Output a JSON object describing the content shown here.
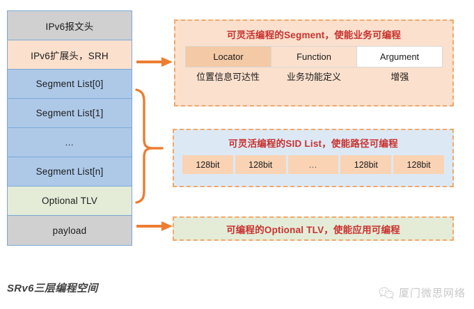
{
  "packet_stack": {
    "rows": [
      {
        "label": "IPv6报文头",
        "style": "pkt-gray"
      },
      {
        "label": "IPv6扩展头，SRH",
        "style": "pkt-orange"
      },
      {
        "label": "Segment List[0]",
        "style": "pkt-blue"
      },
      {
        "label": "Segment List[1]",
        "style": "pkt-blue"
      },
      {
        "label": "…",
        "style": "pkt-blue"
      },
      {
        "label": "Segment List[n]",
        "style": "pkt-blue"
      },
      {
        "label": "Optional TLV",
        "style": "pkt-green"
      },
      {
        "label": "payload",
        "style": "pkt-gray"
      }
    ],
    "caption": "SRv6三层编程空间"
  },
  "panels": {
    "segment": {
      "title": "可灵活编程的Segment，使能业务可编程",
      "cells": [
        {
          "label": "Locator",
          "style": "seg-locator"
        },
        {
          "label": "Function",
          "style": "seg-function"
        },
        {
          "label": "Argument",
          "style": "seg-argument"
        }
      ],
      "sublabels": [
        "位置信息可达性",
        "业务功能定义",
        "增强"
      ]
    },
    "sid_list": {
      "title": "可灵活编程的SID List，使能路径可编程",
      "cells": [
        "128bit",
        "128bit",
        "…",
        "128bit",
        "128bit"
      ]
    },
    "optional_tlv": {
      "title": "可编程的Optional TLV，使能应用可编程"
    }
  },
  "watermark": {
    "icon": "wechat-icon",
    "text": "厦门微思网络"
  },
  "colors": {
    "accent_orange": "#ed7d31",
    "dashed_border": "#f0a868",
    "title_red": "#c8322f",
    "stack_border": "#7ba7d7",
    "header_gray": "#d0d0d0",
    "srh_orange": "#fbe0cd",
    "segment_blue": "#aec9e8",
    "tlv_green": "#e4ecd8",
    "sid_panel_blue": "#dce9f5",
    "sid_cell_orange": "#fad3b4"
  }
}
